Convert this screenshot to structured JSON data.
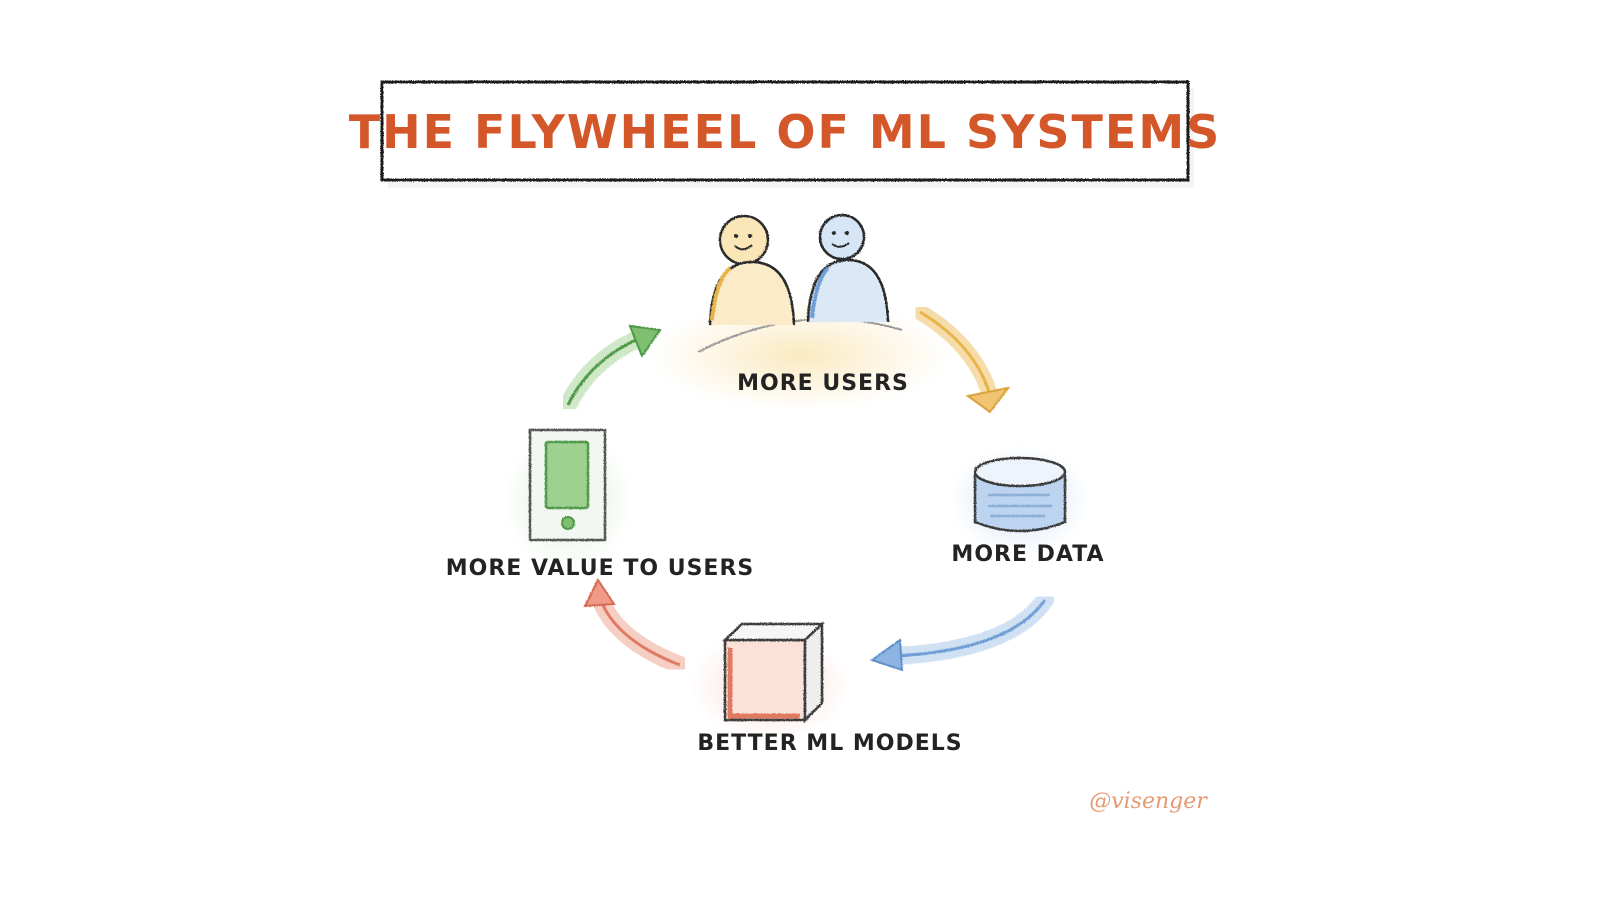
{
  "title": "THE FLYWHEEL OF ML SYSTEMS",
  "nodes": {
    "users": "MORE USERS",
    "data": "MORE DATA",
    "models": "BETTER ML MODELS",
    "value": "MORE VALUE TO USERS"
  },
  "signature": "@visenger",
  "colors": {
    "title": "#d4572a",
    "users_arrow": "#e8b44a",
    "data_arrow": "#6f9fd6",
    "models_arrow": "#e07a62",
    "value_arrow": "#4f9a4a",
    "signature": "#e59a72"
  },
  "icons": [
    "two-users-icon",
    "database-icon",
    "cube-icon",
    "smartphone-icon"
  ]
}
